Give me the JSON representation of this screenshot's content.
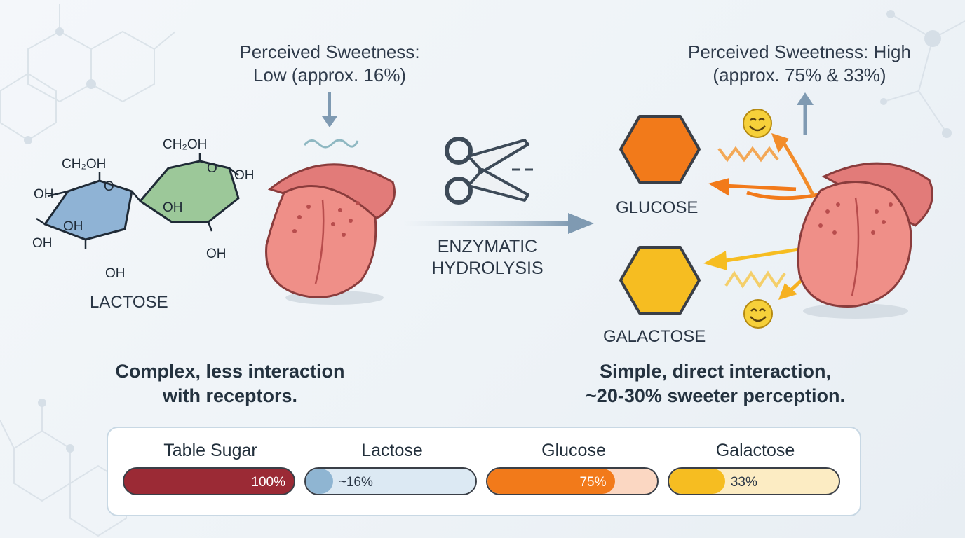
{
  "left": {
    "sweetness_heading": [
      "Perceived Sweetness:",
      "Low (approx. 16%)"
    ],
    "molecule_name": "LACTOSE",
    "caption": [
      "Complex, less interaction",
      "with receptors."
    ],
    "chem_labels": {
      "ch2oh_1": "CH₂OH",
      "ch2oh_2": "CH₂OH",
      "ring_o_1": "O",
      "ring_o_2": "O",
      "oh_a": "OH",
      "oh_b": "OH",
      "oh_c": "OH",
      "oh_d": "OH",
      "oh_e": "OH",
      "oh_f": "OH",
      "oh_g": "OH"
    }
  },
  "middle": {
    "process": [
      "ENZYMATIC",
      "HYDROLYSIS"
    ]
  },
  "right": {
    "sweetness_heading": [
      "Perceived Sweetness: High",
      "(approx. 75% & 33%)"
    ],
    "products": [
      "GLUCOSE",
      "GALACTOSE"
    ],
    "caption": [
      "Simple, direct interaction,",
      "~20-30% sweeter perception."
    ]
  },
  "comparison": {
    "items": [
      {
        "name": "Table Sugar",
        "label": "100%",
        "value": 1.0,
        "fill": "#9b2a35",
        "track": "#9b2a35",
        "text_color": "#ffffff"
      },
      {
        "name": "Lactose",
        "label": "~16%",
        "value": 0.16,
        "fill": "#8fb5d2",
        "track": "#dce9f3",
        "text_color": "#2a3645"
      },
      {
        "name": "Glucose",
        "label": "75%",
        "value": 0.75,
        "fill": "#f27a1a",
        "track": "#fbd7c2",
        "text_color": "#ffffff"
      },
      {
        "name": "Galactose",
        "label": "33%",
        "value": 0.33,
        "fill": "#f6bd21",
        "track": "#fcecc3",
        "text_color": "#2a3645"
      }
    ]
  },
  "colors": {
    "glucose": "#f27a1a",
    "galactose": "#f6bd21",
    "ring_left": "#8fb3d5",
    "ring_right": "#9cc899",
    "arrow": "#7f9ab2",
    "tongue": "#e27b79"
  },
  "icons": [
    "scissors-icon",
    "smiley-icon",
    "tongue-icon",
    "down-arrow-icon",
    "up-arrow-icon"
  ]
}
